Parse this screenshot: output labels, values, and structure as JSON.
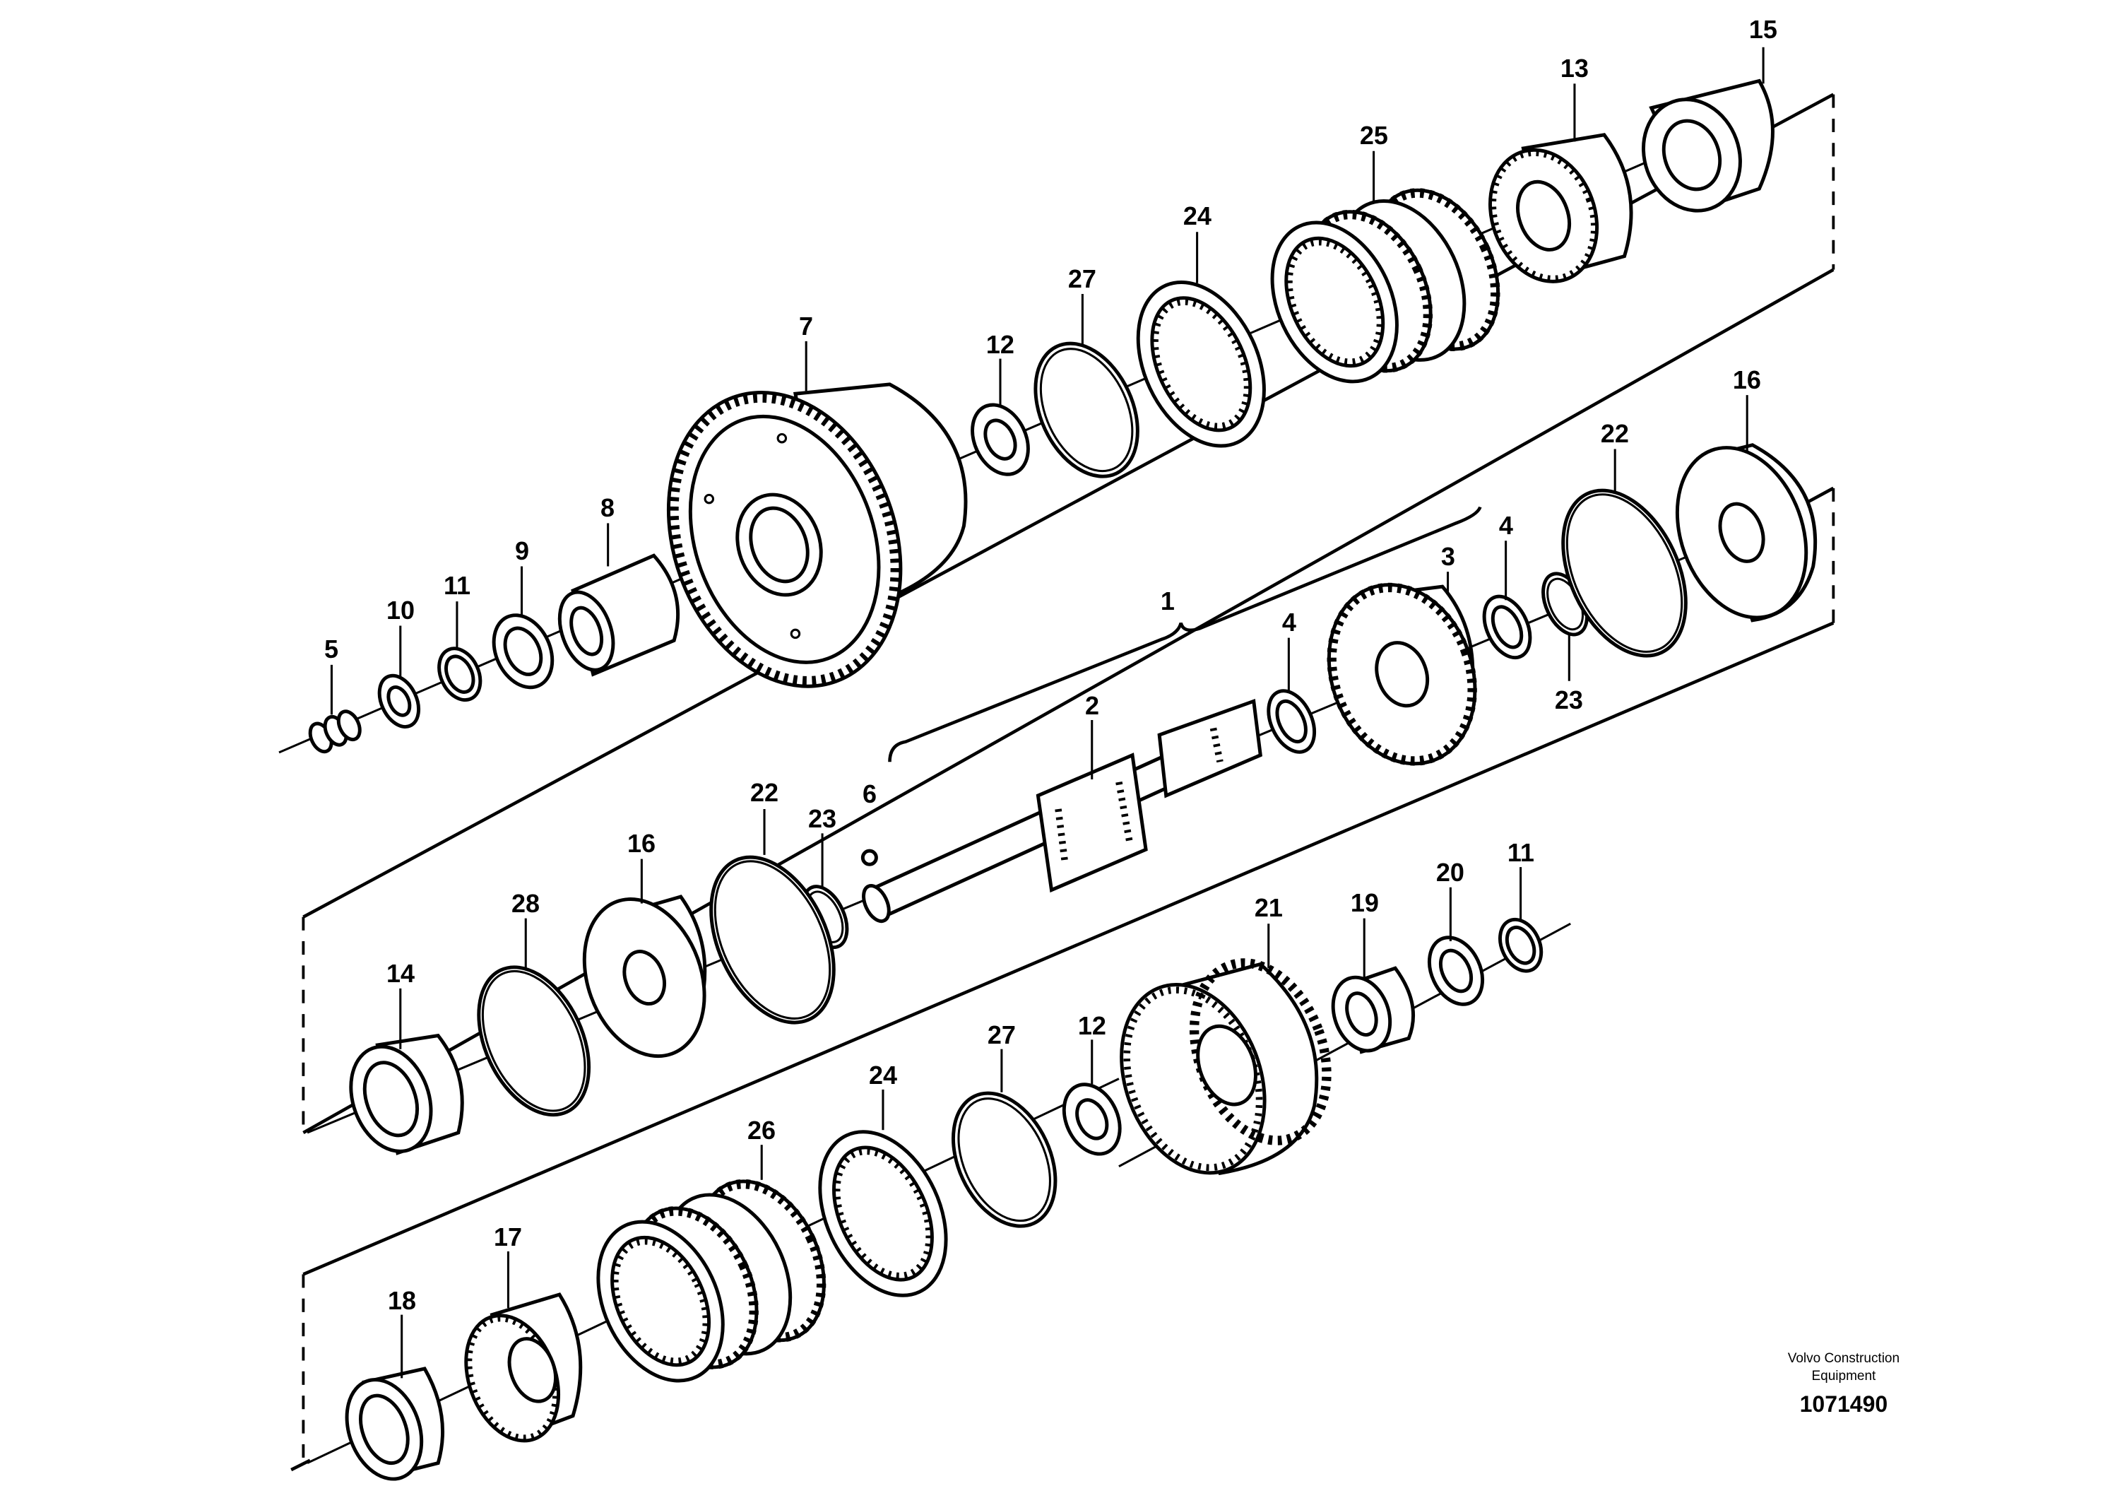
{
  "diagram": {
    "callouts": [
      {
        "id": "c15",
        "label": "15"
      },
      {
        "id": "c13",
        "label": "13"
      },
      {
        "id": "c25",
        "label": "25"
      },
      {
        "id": "c24a",
        "label": "24"
      },
      {
        "id": "c27a",
        "label": "27"
      },
      {
        "id": "c12a",
        "label": "12"
      },
      {
        "id": "c7",
        "label": "7"
      },
      {
        "id": "c16a",
        "label": "16"
      },
      {
        "id": "c22a",
        "label": "22"
      },
      {
        "id": "c4a",
        "label": "4"
      },
      {
        "id": "c3",
        "label": "3"
      },
      {
        "id": "c23a",
        "label": "23"
      },
      {
        "id": "c1",
        "label": "1"
      },
      {
        "id": "c4b",
        "label": "4"
      },
      {
        "id": "c8",
        "label": "8"
      },
      {
        "id": "c9",
        "label": "9"
      },
      {
        "id": "c11a",
        "label": "11"
      },
      {
        "id": "c10",
        "label": "10"
      },
      {
        "id": "c5",
        "label": "5"
      },
      {
        "id": "c2",
        "label": "2"
      },
      {
        "id": "c6",
        "label": "6"
      },
      {
        "id": "c22b",
        "label": "22"
      },
      {
        "id": "c23b",
        "label": "23"
      },
      {
        "id": "c16b",
        "label": "16"
      },
      {
        "id": "c28",
        "label": "28"
      },
      {
        "id": "c14",
        "label": "14"
      },
      {
        "id": "c11b",
        "label": "11"
      },
      {
        "id": "c20",
        "label": "20"
      },
      {
        "id": "c19",
        "label": "19"
      },
      {
        "id": "c21",
        "label": "21"
      },
      {
        "id": "c27b",
        "label": "27"
      },
      {
        "id": "c12b",
        "label": "12"
      },
      {
        "id": "c24b",
        "label": "24"
      },
      {
        "id": "c26",
        "label": "26"
      },
      {
        "id": "c17",
        "label": "17"
      },
      {
        "id": "c18",
        "label": "18"
      }
    ],
    "credit_line1": "Volvo Construction",
    "credit_line2": "Equipment",
    "document_number": "1071490"
  }
}
